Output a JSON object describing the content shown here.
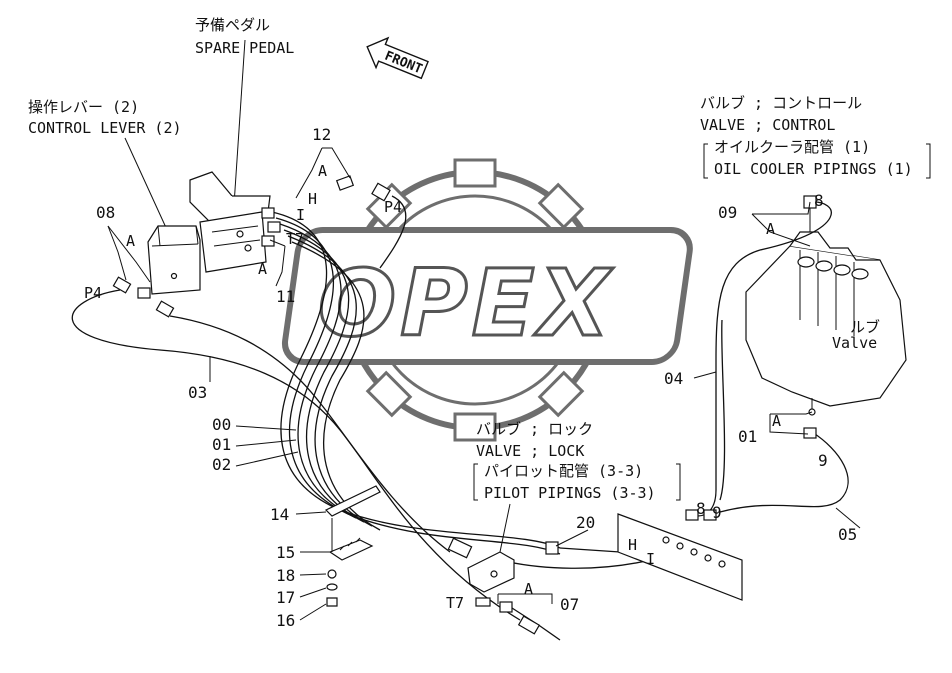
{
  "watermark": "OPEX",
  "labels": {
    "spare_pedal_jp": "予備ペダル",
    "spare_pedal_en": "SPARE PEDAL",
    "front": "FRONT",
    "control_lever_jp": "操作レバー (2)",
    "control_lever_en": "CONTROL LEVER (2)",
    "valve_control_jp": "バルブ ; コントロール",
    "valve_control_en": "VALVE ; CONTROL",
    "oil_cooler_jp": "オイルクーラ配管 (1)",
    "oil_cooler_en": "OIL COOLER PIPINGS (1)",
    "valve_lock_jp": "バルブ ; ロック",
    "valve_lock_en": "VALVE ; LOCK",
    "pilot_jp": "パイロット配管 (3-3)",
    "pilot_en": "PILOT PIPINGS (3-3)",
    "valve_body_jp": "ルブ",
    "valve_body_en": "Valve"
  },
  "parts": {
    "p12": "12",
    "p08a": "08",
    "p08b": "8",
    "p09": "09",
    "p11": "11",
    "p03": "03",
    "p04": "04",
    "p00": "00",
    "p01a": "01",
    "p02": "02",
    "p01b": "01",
    "p09b": "9",
    "p05": "05",
    "p14": "14",
    "p15": "15",
    "p18": "18",
    "p17": "17",
    "p16": "16",
    "p20": "20",
    "p07": "07",
    "p08c": "8",
    "p09c": "9"
  },
  "ports": {
    "a1": "A",
    "a2": "A",
    "a3": "A",
    "a4": "A",
    "a5": "A",
    "a6": "A",
    "h1": "H",
    "h2": "H",
    "i1": "I",
    "i2": "I",
    "t7a": "T7",
    "t7b": "T7",
    "p4a": "P4",
    "p4b": "P4"
  }
}
